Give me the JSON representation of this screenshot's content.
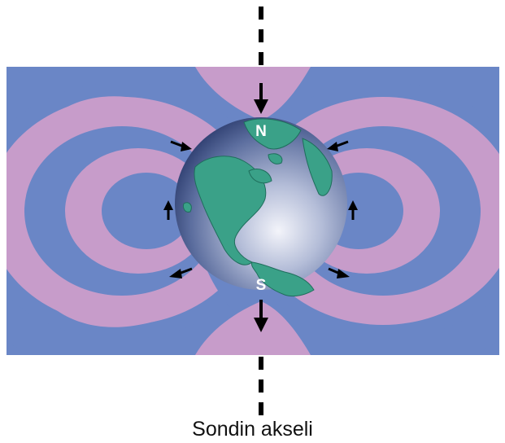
{
  "caption": "Sondin akseli",
  "north_label": "N",
  "south_label": "S",
  "colors": {
    "pink": "#c79cca",
    "blue": "#6a86c6",
    "land": "#3aa188",
    "land_outline": "#1f6e5c",
    "globe_light": "#f3f4fa",
    "globe_dark": "#263668",
    "arrow": "#000000",
    "axis": "#000000"
  },
  "icons": {
    "globe": "earth-globe",
    "field_arrows": "arrow-icon"
  }
}
